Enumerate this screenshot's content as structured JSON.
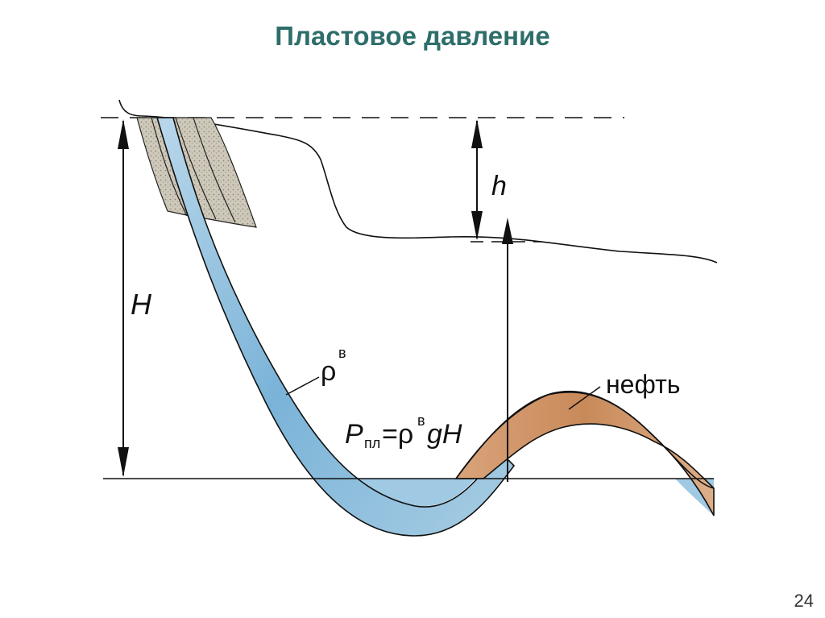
{
  "title": "Пластовое давление",
  "page_number": "24",
  "labels": {
    "h": "h",
    "H": "H",
    "rho": "ρ",
    "rho_sup": "в",
    "oil": "нефть",
    "formula_P": "P",
    "formula_sub": "пл",
    "formula_eq": "=ρ",
    "formula_sup": "в",
    "formula_tail": "gH"
  },
  "colors": {
    "title": "#2e6e6a",
    "water": "#7ab3d8",
    "oil": "#c98a5a",
    "rock": "#bdb6a6"
  }
}
